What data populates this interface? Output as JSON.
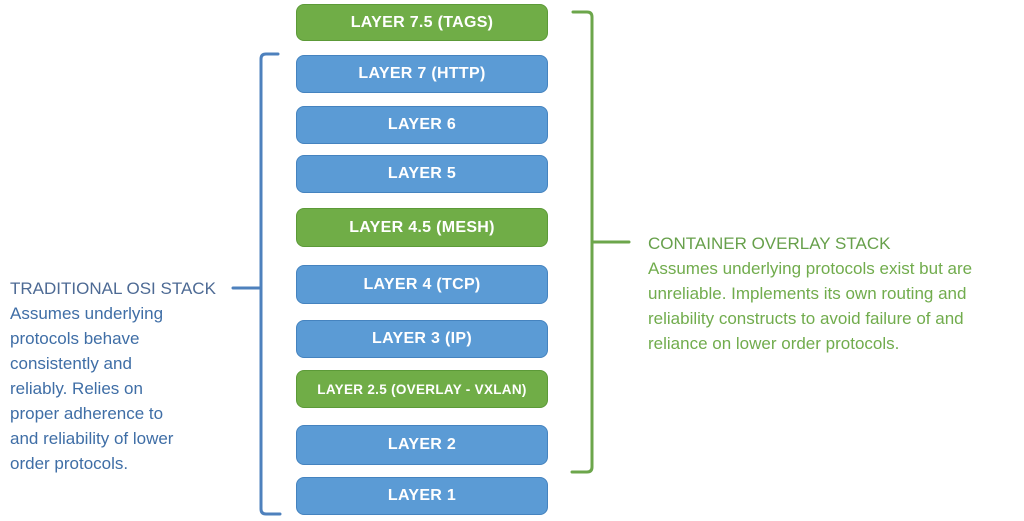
{
  "diagram": {
    "layers": [
      {
        "label": "LAYER 7.5 (TAGS)",
        "variant": "green"
      },
      {
        "label": "LAYER 7 (HTTP)",
        "variant": "blue"
      },
      {
        "label": "LAYER 6",
        "variant": "blue"
      },
      {
        "label": "LAYER 5",
        "variant": "blue"
      },
      {
        "label": "LAYER 4.5 (MESH)",
        "variant": "green"
      },
      {
        "label": "LAYER 4 (TCP)",
        "variant": "blue"
      },
      {
        "label": "LAYER 3 (IP)",
        "variant": "blue"
      },
      {
        "label": "LAYER 2.5 (OVERLAY - VXLAN)",
        "variant": "green"
      },
      {
        "label": "LAYER 2",
        "variant": "blue"
      },
      {
        "label": "LAYER 1",
        "variant": "blue"
      }
    ],
    "left_annotation": {
      "title": "TRADITIONAL OSI STACK",
      "body_lines": [
        "Assumes underlying",
        "protocols behave",
        "consistently and",
        "reliably. Relies on",
        "proper adherence to",
        "and reliability of lower",
        "order protocols."
      ]
    },
    "right_annotation": {
      "title": "CONTAINER OVERLAY STACK",
      "body_lines": [
        "Assumes underlying protocols exist but are",
        "unreliable. Implements its own routing and",
        "reliability constructs to avoid failure of and",
        "reliance on lower order protocols."
      ]
    },
    "colors": {
      "blue_box": "#5B9BD5",
      "blue_box_border": "#4583BF",
      "green_box": "#70AD47",
      "green_box_border": "#5C9A38",
      "blue_bracket": "#4E81BD",
      "green_bracket": "#6CA64B",
      "blue_body_text": "#3F6EA6",
      "blue_title_text": "#4D6A94",
      "green_body_text": "#71AC4D",
      "green_title_text": "#67A04B",
      "box_text": "#FFFFFF"
    }
  }
}
